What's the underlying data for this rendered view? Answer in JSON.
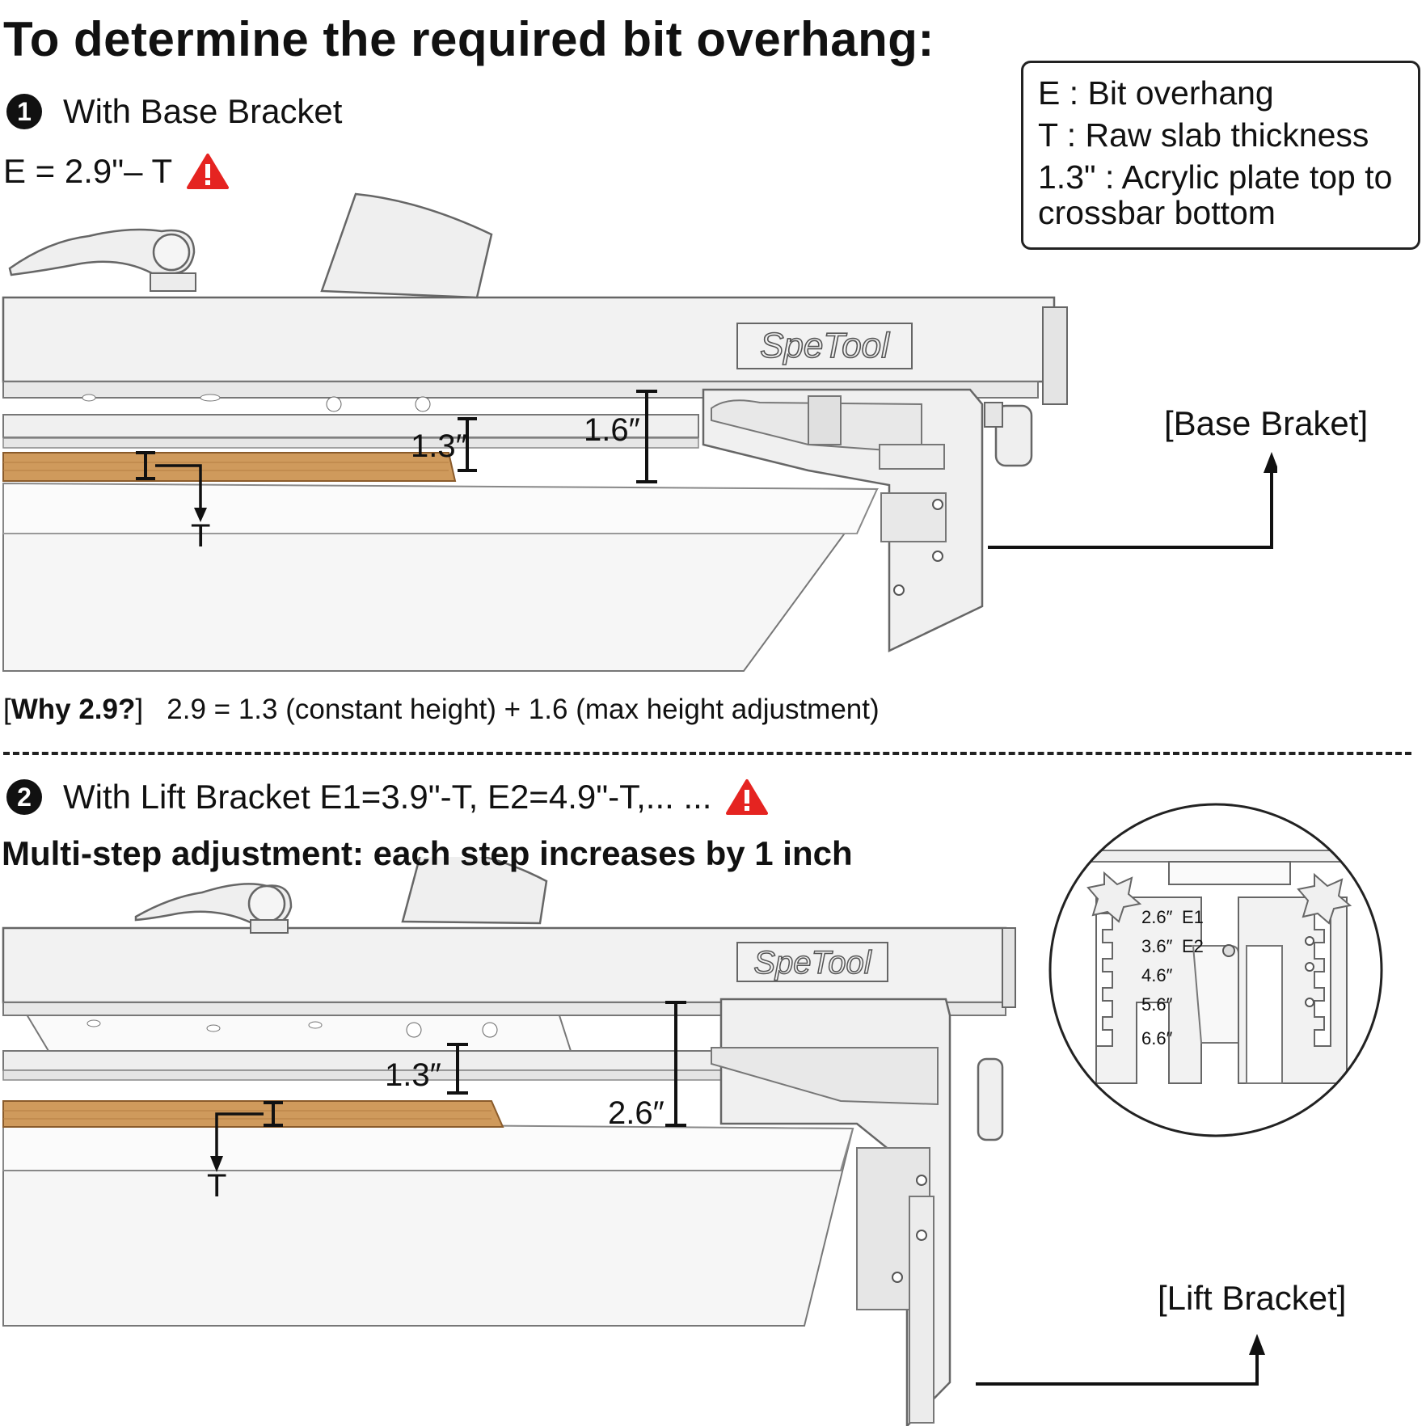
{
  "title": "To determine the required bit overhang:",
  "section1": {
    "number": "1",
    "label": "With Base Bracket",
    "formula": "E = 2.9\"– T"
  },
  "legend": {
    "line1": "E : Bit overhang",
    "line2": "T : Raw slab thickness",
    "line3": "1.3\" : Acrylic plate top to",
    "line4": "crossbar bottom"
  },
  "diagram1": {
    "brand": "SpeTool",
    "dim_a": "1.3″",
    "dim_b": "1.6″",
    "t_label": "T",
    "callout": "[Base Braket]"
  },
  "why": {
    "prefix": "[",
    "bold": "Why 2.9?",
    "suffix": "]",
    "explanation": "2.9 = 1.3 (constant height) + 1.6 (max height adjustment)"
  },
  "section2": {
    "number": "2",
    "label": "With Lift Bracket E1=3.9\"-T, E2=4.9\"-T,... ...",
    "subtitle": "Multi-step adjustment: each step increases by 1 inch"
  },
  "diagram2": {
    "brand": "SpeTool",
    "dim_a": "1.3″",
    "dim_b": "2.6″",
    "t_label": "T",
    "callout": "[Lift Bracket]",
    "inset": {
      "steps": [
        "2.6″",
        "3.6″",
        "4.6″",
        "5.6″",
        "6.6″"
      ],
      "e1": "E1",
      "e2": "E2"
    }
  },
  "colors": {
    "warning": "#e52421",
    "wood": "#cf9a5c",
    "metal": "#f2f2f2",
    "outline": "#555555"
  }
}
